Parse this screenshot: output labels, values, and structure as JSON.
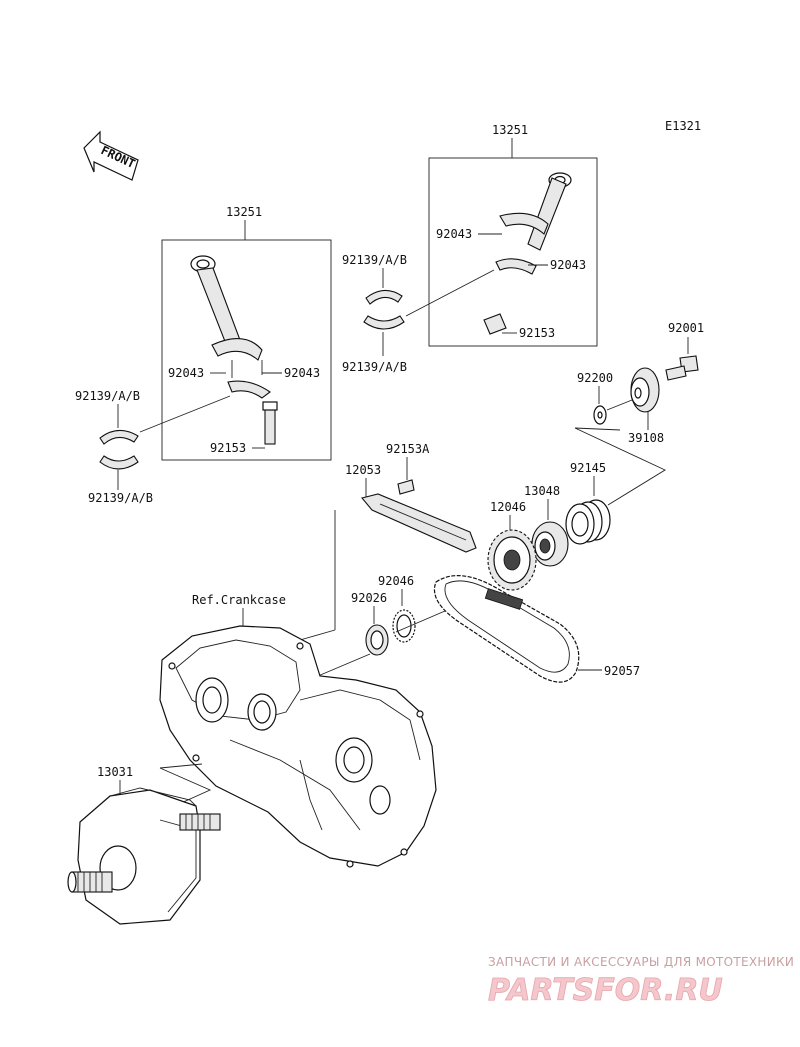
{
  "diagram": {
    "code": "E1321",
    "front_label": "FRONT",
    "ref_label": "Ref.Crankcase",
    "callouts": {
      "rod_right_assy": "13251",
      "rod_left_assy": "13251",
      "bolt_right_a": "92043",
      "bolt_right_b": "92043",
      "bolt_left_a": "92043",
      "bolt_left_b": "92043",
      "nut_right": "92153",
      "nut_left": "92153",
      "bearing_mid_top": "92139/A/B",
      "bearing_mid_bottom": "92139/A/B",
      "bearing_left_top": "92139/A/B",
      "bearing_left_bottom": "92139/A/B",
      "bolt_92001": "92001",
      "washer_92200": "92200",
      "gear_39108": "39108",
      "spring_92145": "92145",
      "guide_12053": "12053",
      "bolt_92153a": "92153A",
      "sprocket_12046": "12046",
      "hub_13048": "13048",
      "ring_92046": "92046",
      "seal_92026": "92026",
      "chain_92057": "92057",
      "crank_13031": "13031"
    }
  },
  "watermark": {
    "line1": "ЗАПЧАСТИ И АКСЕССУАРЫ ДЛЯ МОТОТЕХНИКИ",
    "line2": "PARTSFOR.RU"
  }
}
